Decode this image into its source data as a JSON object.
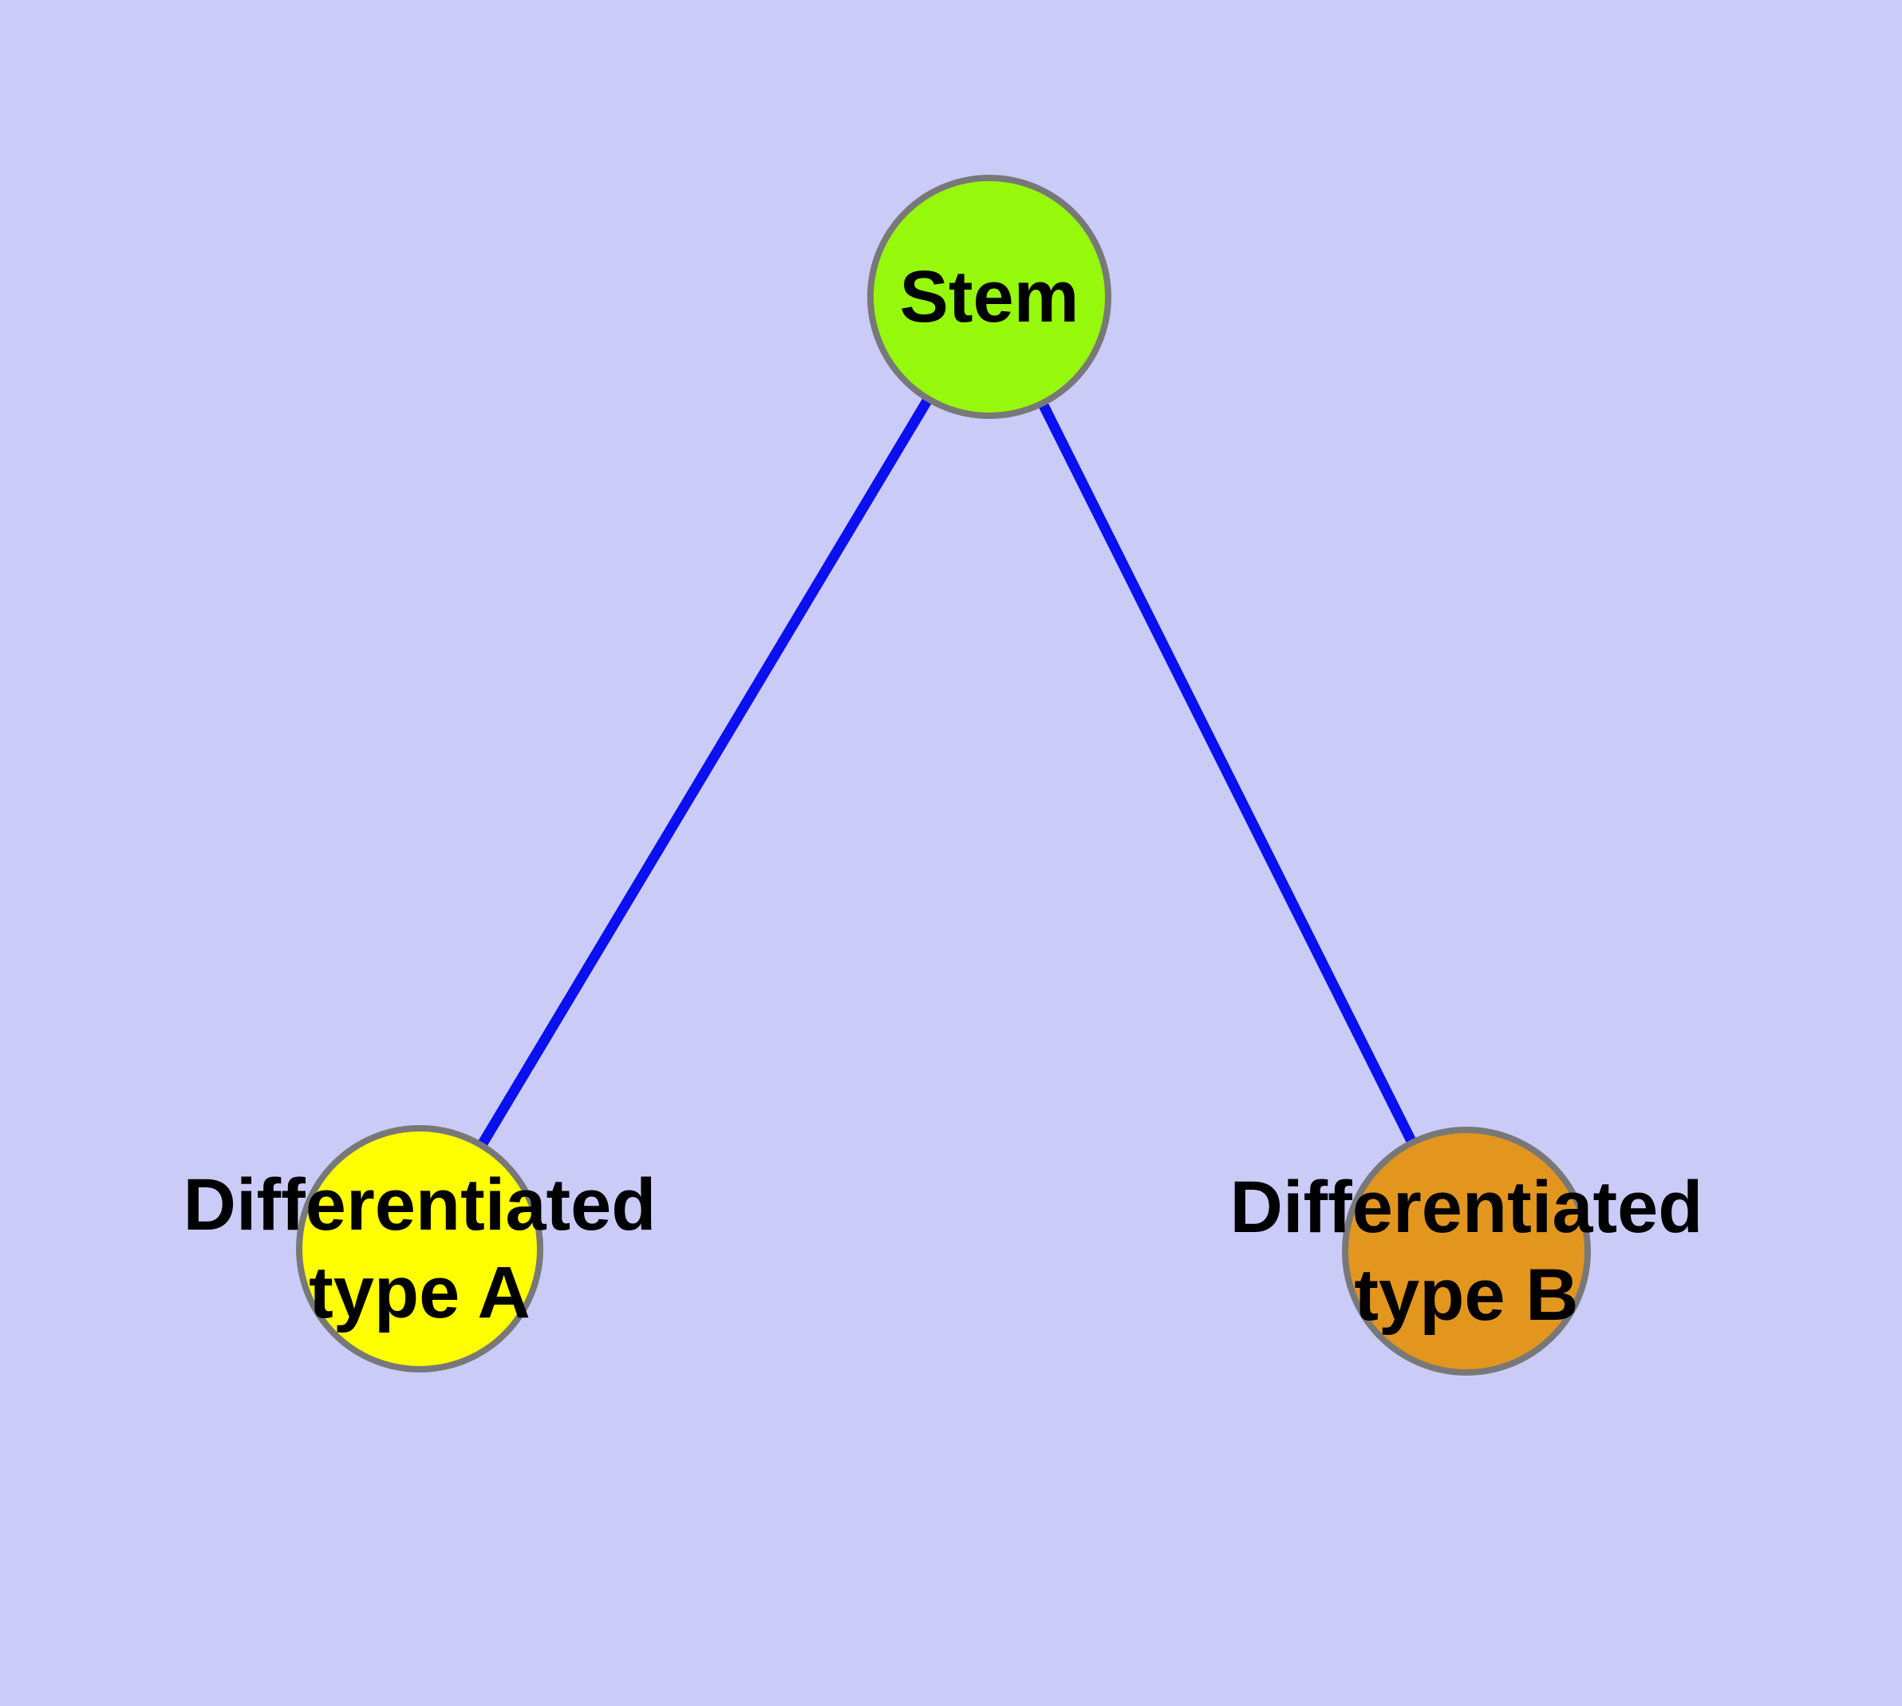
{
  "diagram": {
    "background_color": "#CBCBF8",
    "edge_color": "#0A10F0",
    "node_border_color": "#787878",
    "text_color": "#000000",
    "nodes": {
      "stem": {
        "label": "Stem",
        "fill": "#96F80A"
      },
      "type_a": {
        "label": [
          "Differentiated",
          "type A"
        ],
        "fill": "#FFFF00"
      },
      "type_b": {
        "label": [
          "Differentiated",
          "type B"
        ],
        "fill": "#E2961E"
      }
    },
    "edges": [
      {
        "from": "Stem",
        "to": "Differentiated type A"
      },
      {
        "from": "Stem",
        "to": "Differentiated type B"
      }
    ]
  }
}
